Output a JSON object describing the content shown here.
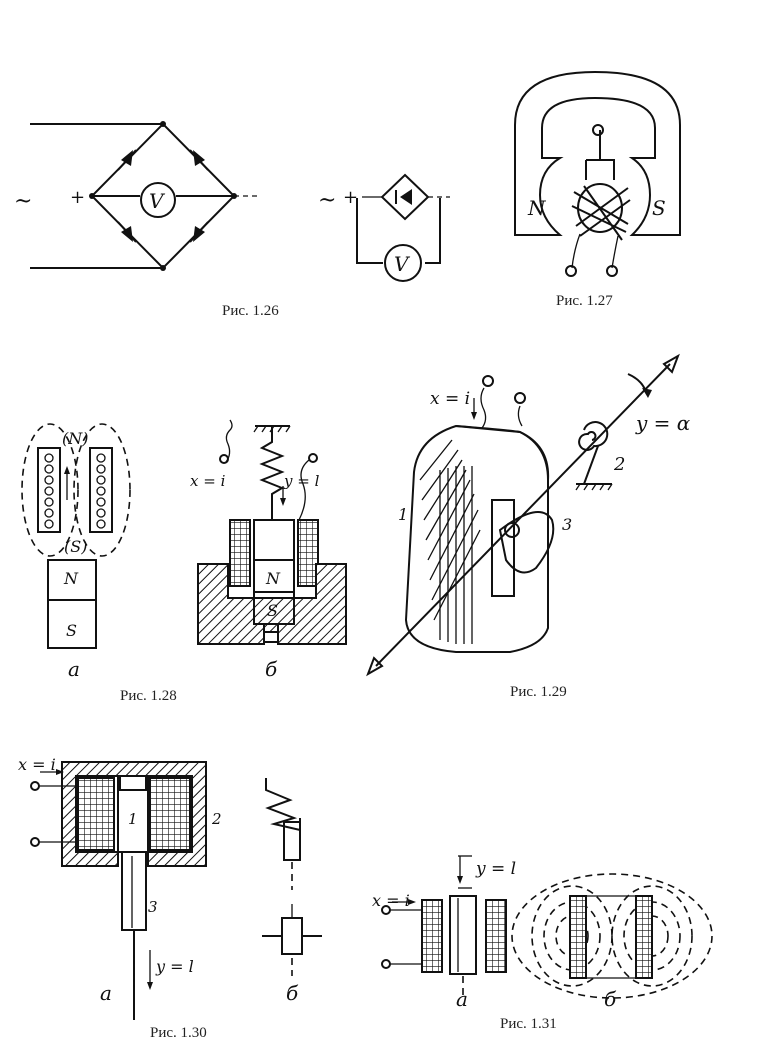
{
  "figures": [
    {
      "id": "fig-1-26",
      "caption": "Рис. 1.26",
      "labels": {
        "ac1": "~",
        "plus1": "+",
        "volt1": "V",
        "ac2": "~",
        "plus2": "+",
        "volt2": "V"
      }
    },
    {
      "id": "fig-1-27",
      "caption": "Рис. 1.27",
      "labels": {
        "north": "N",
        "south": "S"
      }
    },
    {
      "id": "fig-1-28",
      "caption": "Рис. 1.28",
      "labels": {
        "n_paren": "(N)",
        "s_paren": "(S)",
        "n_mag_a": "N",
        "s_mag_a": "S",
        "sub_a": "a",
        "x_eq": "x = i",
        "y_eq": "y = l",
        "n_mag_b": "N",
        "s_mag_b": "S",
        "sub_b": "б"
      }
    },
    {
      "id": "fig-1-29",
      "caption": "Рис. 1.29",
      "labels": {
        "x_eq": "x = i",
        "y_eq": "y = α",
        "part1": "1",
        "part2": "2",
        "part3": "3"
      }
    },
    {
      "id": "fig-1-30",
      "caption": "Рис. 1.30",
      "labels": {
        "x_eq": "x = i",
        "part1": "1",
        "part2": "2",
        "part3": "3",
        "y_eq": "y = l",
        "sub_a": "a",
        "sub_b": "б"
      }
    },
    {
      "id": "fig-1-31",
      "caption": "Рис. 1.31",
      "labels": {
        "x_eq": "x = i",
        "y_eq": "y = l",
        "sub_a": "a",
        "sub_b": "б"
      }
    }
  ]
}
